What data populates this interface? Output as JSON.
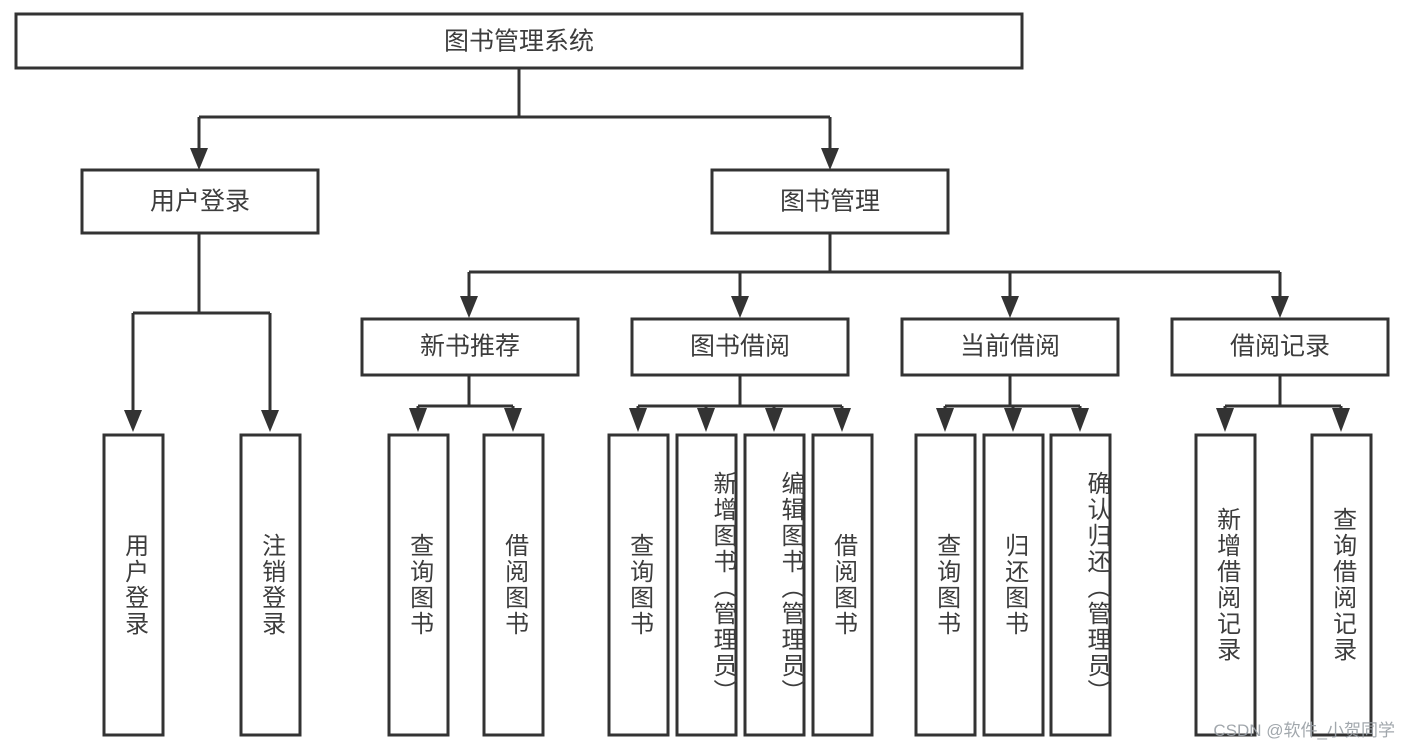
{
  "diagram": {
    "type": "tree",
    "title": "图书管理系统",
    "root": {
      "label": "图书管理系统"
    },
    "level2": [
      {
        "label": "用户登录"
      },
      {
        "label": "图书管理"
      }
    ],
    "level3": [
      {
        "label": "新书推荐"
      },
      {
        "label": "图书借阅"
      },
      {
        "label": "当前借阅"
      },
      {
        "label": "借阅记录"
      }
    ],
    "leaves": {
      "user_login": [
        {
          "label": "用户登录"
        },
        {
          "label": "注销登录"
        }
      ],
      "new_book_recommend": [
        {
          "label": "查询图书"
        },
        {
          "label": "借阅图书"
        }
      ],
      "book_borrow": [
        {
          "label": "查询图书"
        },
        {
          "label": "新增图书（管理员）"
        },
        {
          "label": "编辑图书（管理员）"
        },
        {
          "label": "借阅图书"
        }
      ],
      "current_borrow": [
        {
          "label": "查询图书"
        },
        {
          "label": "归还图书"
        },
        {
          "label": "确认归还（管理员）"
        }
      ],
      "borrow_record": [
        {
          "label": "新增借阅记录"
        },
        {
          "label": "查询借阅记录"
        }
      ]
    }
  },
  "watermark": {
    "text": "CSDN @软件_小贺同学"
  },
  "colors": {
    "stroke": "#333333",
    "text": "#3d3d3d",
    "background": "#ffffff",
    "watermark": "#9aa0a6"
  }
}
